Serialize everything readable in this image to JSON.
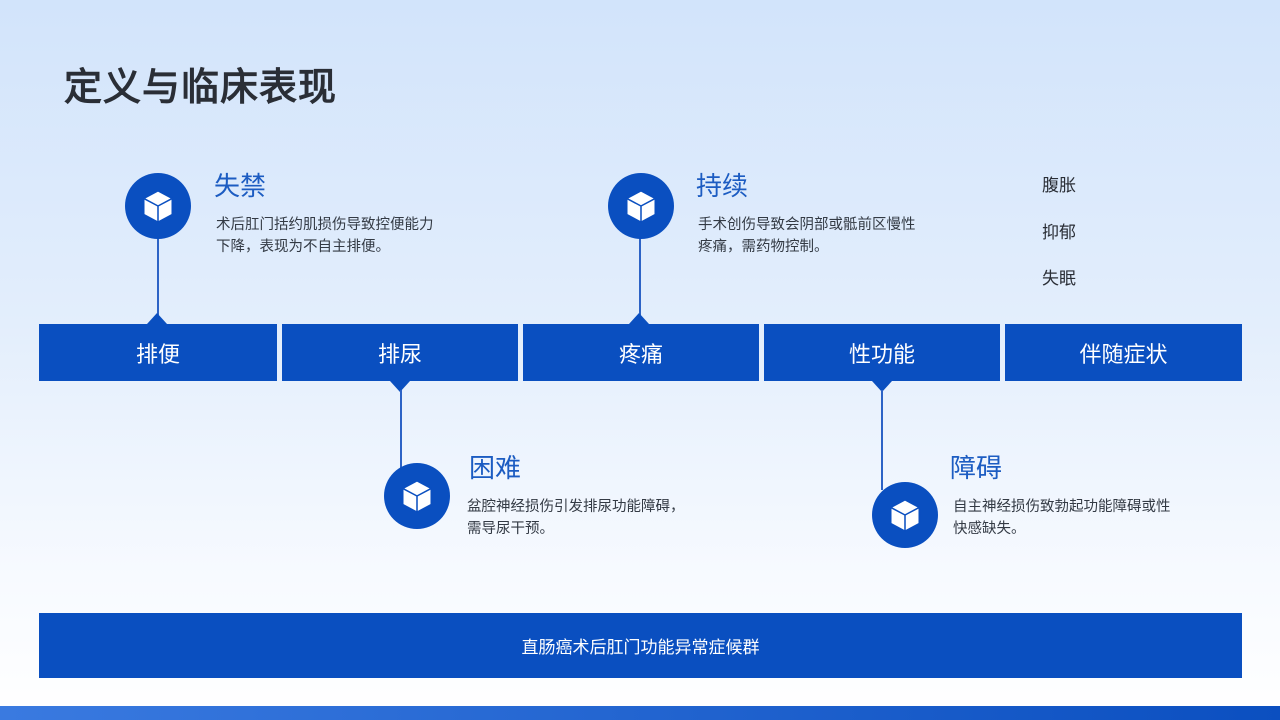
{
  "slide": {
    "title": "定义与临床表现"
  },
  "categories": [
    {
      "label": "排便"
    },
    {
      "label": "排尿"
    },
    {
      "label": "疼痛"
    },
    {
      "label": "性功能"
    },
    {
      "label": "伴随症状"
    }
  ],
  "events": [
    {
      "title": "失禁",
      "desc_line1": "术后肛门括约肌损伤导致控便能力",
      "desc_line2": "下降，表现为不自主排便。",
      "icon": "cube-icon"
    },
    {
      "title": "困难",
      "desc_line1": "盆腔神经损伤引发排尿功能障碍，",
      "desc_line2": "需导尿干预。",
      "icon": "cube-icon"
    },
    {
      "title": "持续",
      "desc_line1": "手术创伤导致会阴部或骶前区慢性",
      "desc_line2": "疼痛，需药物控制。",
      "icon": "cube-icon"
    },
    {
      "title": "障碍",
      "desc_line1": "自主神经损伤致勃起功能障碍或性",
      "desc_line2": "快感缺失。",
      "icon": "cube-icon"
    }
  ],
  "side_symptoms": [
    "腹胀",
    "抑郁",
    "失眠"
  ],
  "footer": {
    "label": "直肠癌术后肛门功能异常症候群"
  },
  "colors": {
    "primary": "#0a4fc0",
    "title_text": "#2a2e36",
    "event_title": "#1c5cc2"
  }
}
